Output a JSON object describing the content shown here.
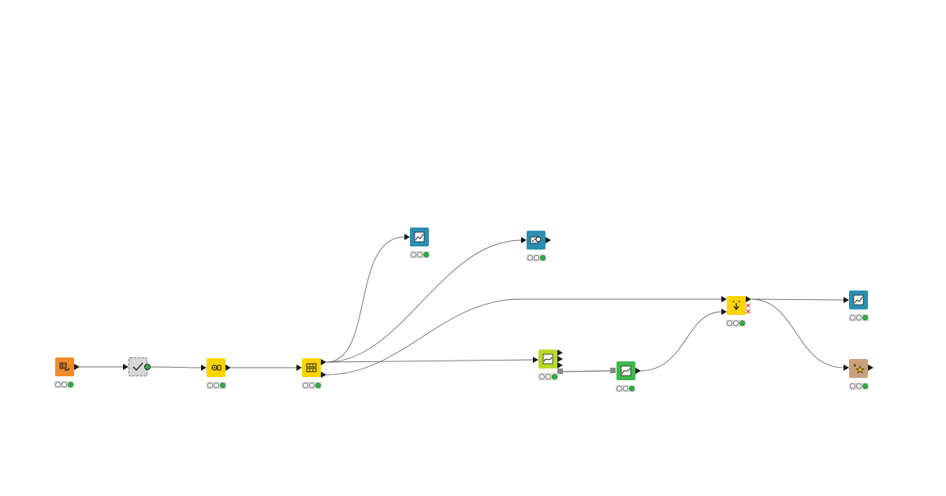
{
  "colors": {
    "wire": "#6b6b6b",
    "port": "#1a1a1a",
    "status_bar": "#dcdcdc",
    "status_green": "#2fb33f",
    "source": "#f08a2b",
    "metanode": "#d8d8d8",
    "manipulator": "#ffd400",
    "view_teal": "#2a8fb0",
    "predictor": "#b8d92a",
    "learner": "#3db84a",
    "other": "#c9a07a"
  },
  "nodes": [
    {
      "id": "table-creator",
      "category": "source",
      "icon": "table-reader-icon",
      "status": "executed"
    },
    {
      "id": "component",
      "category": "metanode",
      "icon": "checkmark-icon",
      "status": "none"
    },
    {
      "id": "column-filter",
      "category": "manipulator",
      "icon": "gear-filter-icon",
      "status": "executed"
    },
    {
      "id": "partitioning",
      "category": "manipulator",
      "icon": "grid-partition-icon",
      "status": "executed"
    },
    {
      "id": "line-plot-top",
      "category": "view",
      "icon": "line-chart-icon",
      "status": "executed"
    },
    {
      "id": "view-scorer",
      "category": "view",
      "icon": "scatter-matrix-icon",
      "status": "executed"
    },
    {
      "id": "predictor",
      "category": "predictor",
      "icon": "predictor-curve-icon",
      "status": "executed"
    },
    {
      "id": "learner",
      "category": "learner",
      "icon": "learner-curve-icon",
      "status": "executed"
    },
    {
      "id": "joiner",
      "category": "manipulator",
      "icon": "join-arrow-icon",
      "status": "executed"
    },
    {
      "id": "line-plot-right",
      "category": "view",
      "icon": "line-chart-icon",
      "status": "executed"
    },
    {
      "id": "scorer-other",
      "category": "other",
      "icon": "star-score-icon",
      "status": "executed"
    }
  ]
}
